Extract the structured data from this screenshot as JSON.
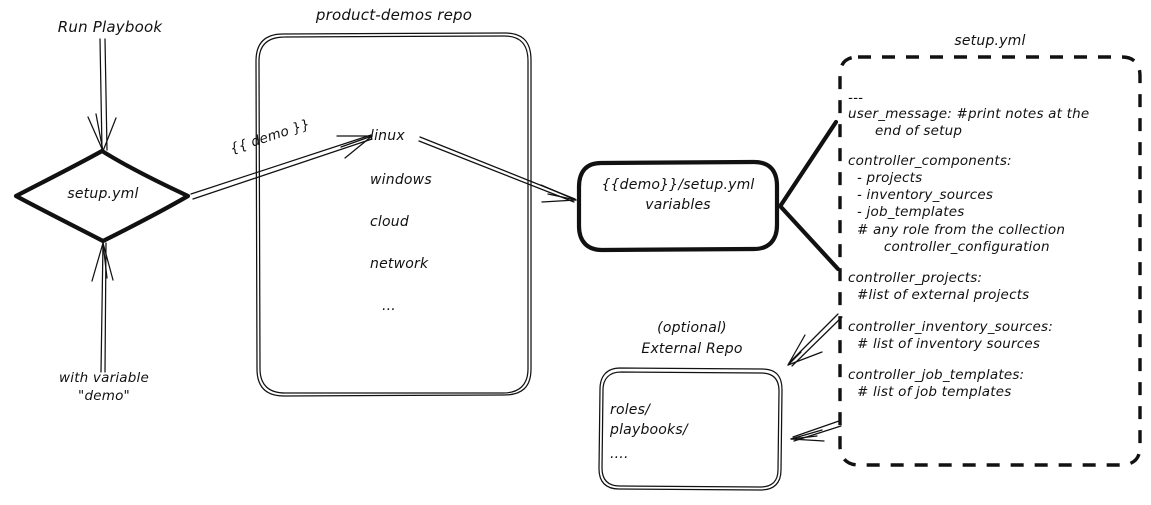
{
  "diagram": {
    "title": "Ansible product-demos setup.yml flow",
    "ink_color": "#111111",
    "background": "#ffffff"
  },
  "left_flow": {
    "entry_label": "Run Playbook",
    "decision_label": "setup.yml",
    "variable_label_line1": "with variable",
    "variable_label_line2": "\"demo\"",
    "edge_label": "{{ demo }}"
  },
  "repo_panel": {
    "title": "product-demos repo",
    "items": [
      "linux",
      "windows",
      "cloud",
      "network",
      "..."
    ]
  },
  "vars_node": {
    "line1": "{{demo}}/setup.yml",
    "line2": "variables"
  },
  "external_repo": {
    "title_line1": "(optional)",
    "title_line2": "External Repo",
    "items": [
      "roles/",
      "playbooks/",
      "...."
    ]
  },
  "setup_yml_panel": {
    "title": "setup.yml",
    "lines": [
      "---",
      "user_message: #print notes at the",
      "      end of setup",
      "",
      "controller_components:",
      "  - projects",
      "  - inventory_sources",
      "  - job_templates",
      "  # any role from the collection",
      "        controller_configuration",
      "",
      "controller_projects:",
      "  #list of external projects",
      "",
      "controller_inventory_sources:",
      "  # list of inventory sources",
      "",
      "controller_job_templates:",
      "  # list of job templates"
    ]
  }
}
